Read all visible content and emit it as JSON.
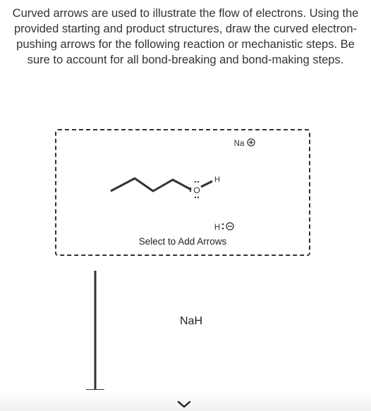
{
  "instructions": "Curved arrows are used to illustrate the flow of electrons. Using the provided starting and product structures, draw the curved electron-pushing arrows for the following reaction or mechanistic steps. Be sure to account for all bond-breaking and bond-making steps.",
  "drawing_area": {
    "label": "Select to Add Arrows",
    "cation": {
      "symbol": "Na",
      "charge_icon": "circled-plus-icon"
    },
    "hydride": {
      "symbol": "H",
      "lone_pair": ":",
      "charge_icon": "circled-minus-icon"
    },
    "molecule": {
      "oxygen": "O",
      "hydrogen": "H",
      "lone_pair_dots": ":"
    }
  },
  "reaction": {
    "reagent": "NaH",
    "arrow_icon": "down-arrow-icon"
  },
  "navigation": {
    "next_icon": "chevron-down-icon"
  }
}
